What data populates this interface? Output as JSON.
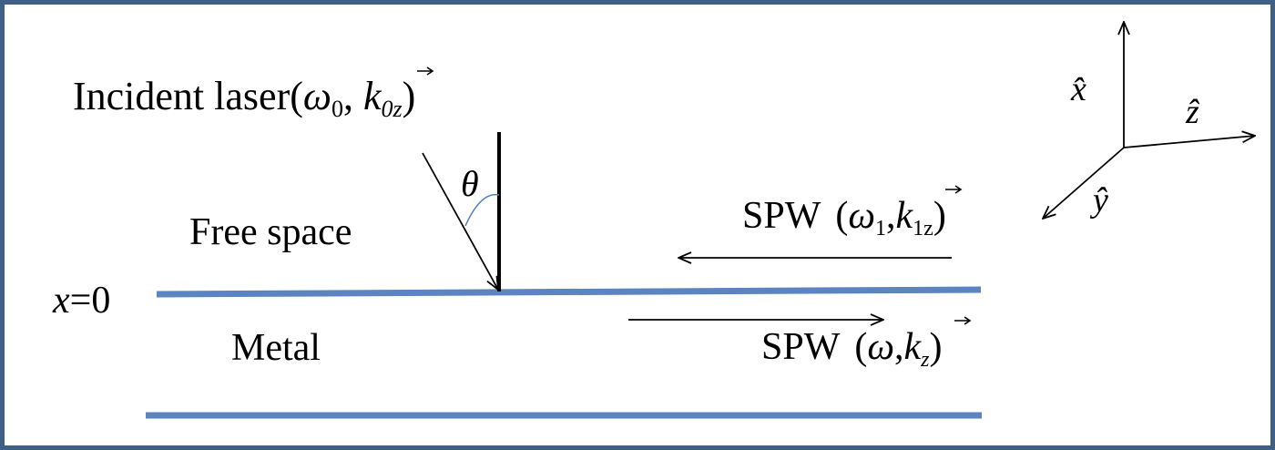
{
  "labels": {
    "incident_prefix": "Incident laser(",
    "omega": "ω",
    "sub_0": "0",
    "comma": ", ",
    "k": "k",
    "sub_0z": "0z",
    "close_paren": ")",
    "theta": "θ",
    "free_space": "Free space",
    "x_zero_var": "x",
    "x_zero_eq": "=0",
    "metal": "Metal",
    "spw": "SPW",
    "spw_open": "(",
    "sub_1": "1",
    "sub_1z": "1z",
    "sub_z": "z",
    "comma_short": ",",
    "axis_x": "x̂",
    "axis_y": "ŷ",
    "axis_z": "ẑ"
  },
  "colors": {
    "frame_border": "#3f5f86",
    "interface_line": "#5b84c0",
    "angle_arc": "#4f81bd",
    "ink": "#000000"
  }
}
